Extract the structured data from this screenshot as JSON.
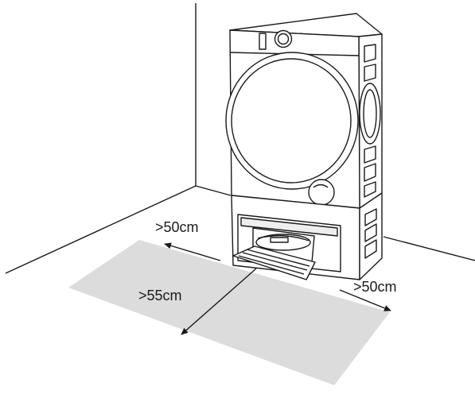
{
  "dimensions": {
    "left_clearance": ">50cm",
    "front_clearance": ">55cm",
    "right_clearance": ">50cm"
  },
  "icons": {
    "appliance": "washer-dryer-icon",
    "pedestal": "pedestal-drawer-icon"
  },
  "colors": {
    "line": "#1a1a1a",
    "clearance_zone": "#dcdcdc",
    "background": "#ffffff"
  }
}
